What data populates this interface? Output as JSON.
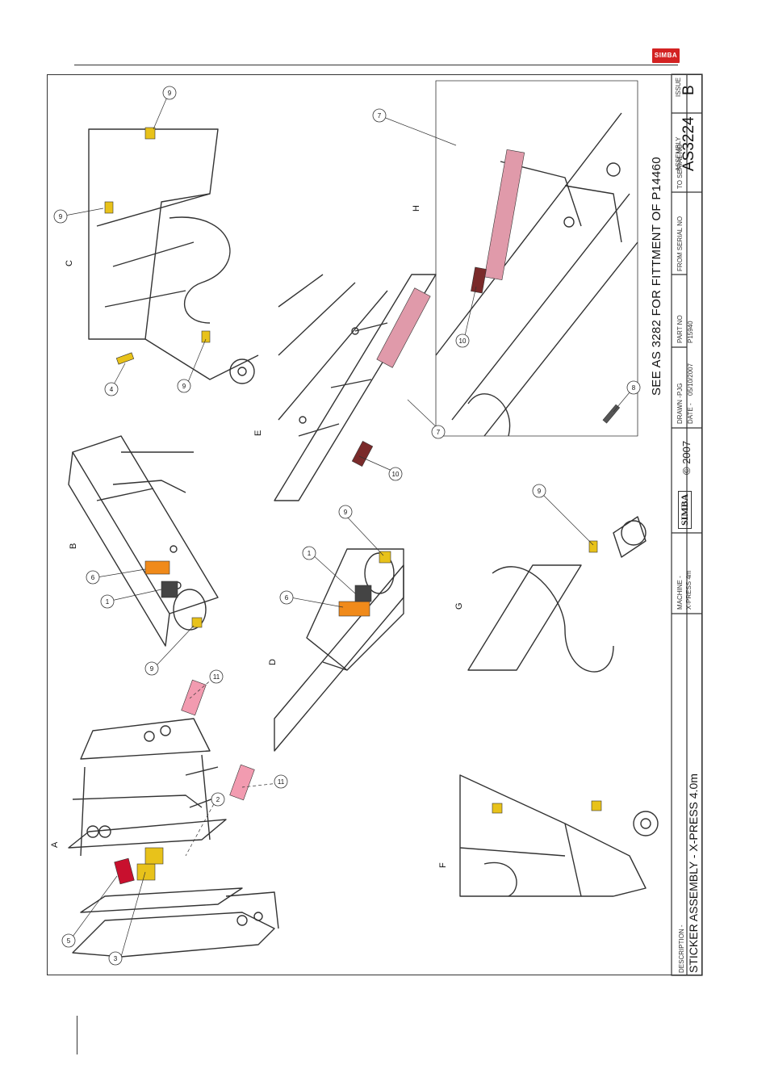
{
  "header": {
    "logo_text": "SIMBA"
  },
  "title_block": {
    "description_label": "DESCRIPTION -",
    "description": "STICKER ASSEMBLY - X-PRESS 4.0m",
    "machine_label": "MACHINE -",
    "machine": "X-PRESS 4m",
    "brand": "SIMBA",
    "copyright": "© 2007",
    "drawn_label": "DRAWN -",
    "drawn": "PJG",
    "date_label": "DATE -",
    "date": "05/10/2007",
    "part_no_label": "PART NO",
    "part_no": "P15940",
    "from_serial_label": "FROM SERIAL NO",
    "to_serial_label": "TO SERIAL NO",
    "assembly_label": "ASSEMBLY",
    "assembly": "AS3224",
    "issue_label": "ISSUE",
    "issue": "B"
  },
  "note": "SEE AS 3282 FOR FITTMENT OF P14460",
  "views": [
    "A",
    "B",
    "C",
    "D",
    "E",
    "F",
    "G",
    "H"
  ],
  "callouts": [
    "1",
    "2",
    "3",
    "4",
    "5",
    "6",
    "7",
    "8",
    "9",
    "10",
    "11"
  ],
  "colors": {
    "sticker_yellow": "#e8c21a",
    "sticker_orange": "#f08a1a",
    "sticker_red": "#c8102e",
    "sticker_pink": "#f29bb0",
    "logo_red": "#d32222"
  }
}
